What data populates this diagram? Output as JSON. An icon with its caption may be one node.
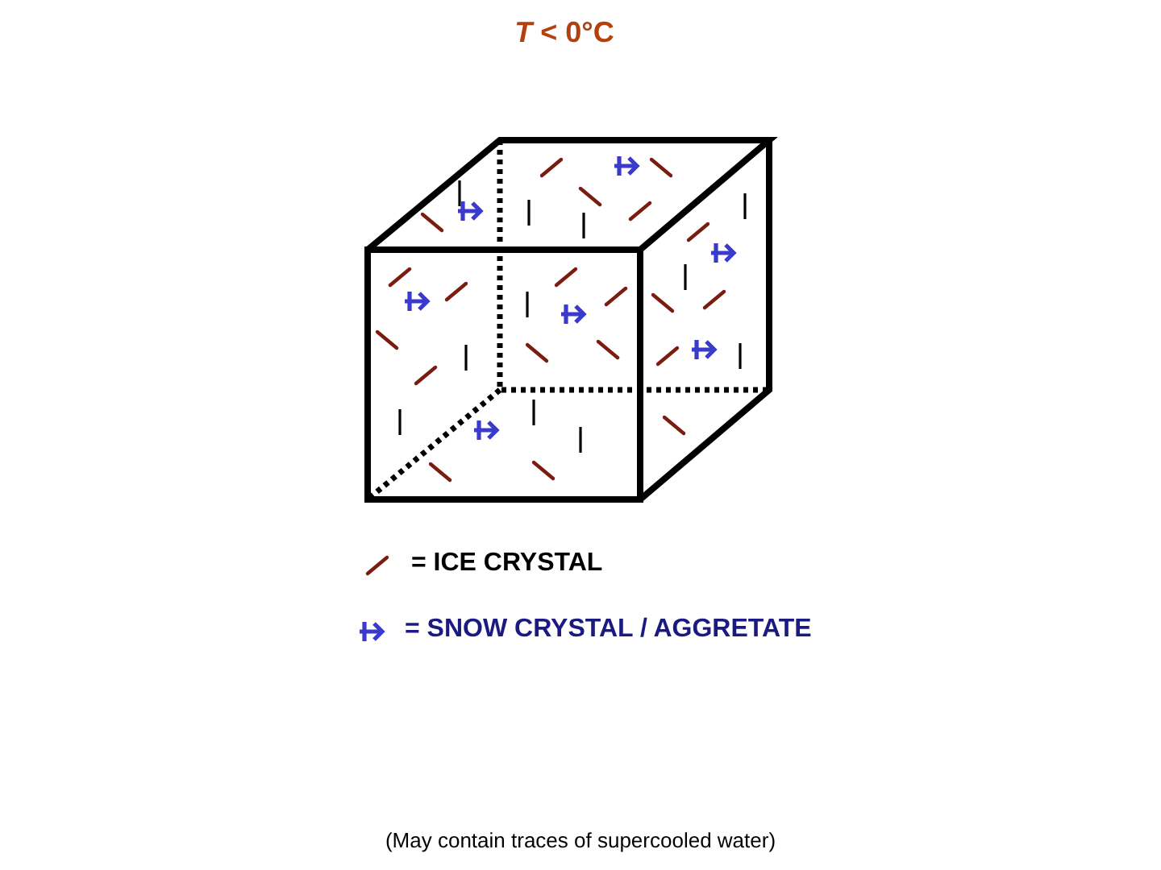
{
  "diagram": {
    "title": "*T* < 0°C",
    "caption": "(May contain traces of supercooled water)",
    "legend": [
      {
        "text": "= ICE CRYSTAL"
      },
      {
        "text": "= SNOW CRYSTAL / AGGRETATE"
      }
    ]
  }
}
